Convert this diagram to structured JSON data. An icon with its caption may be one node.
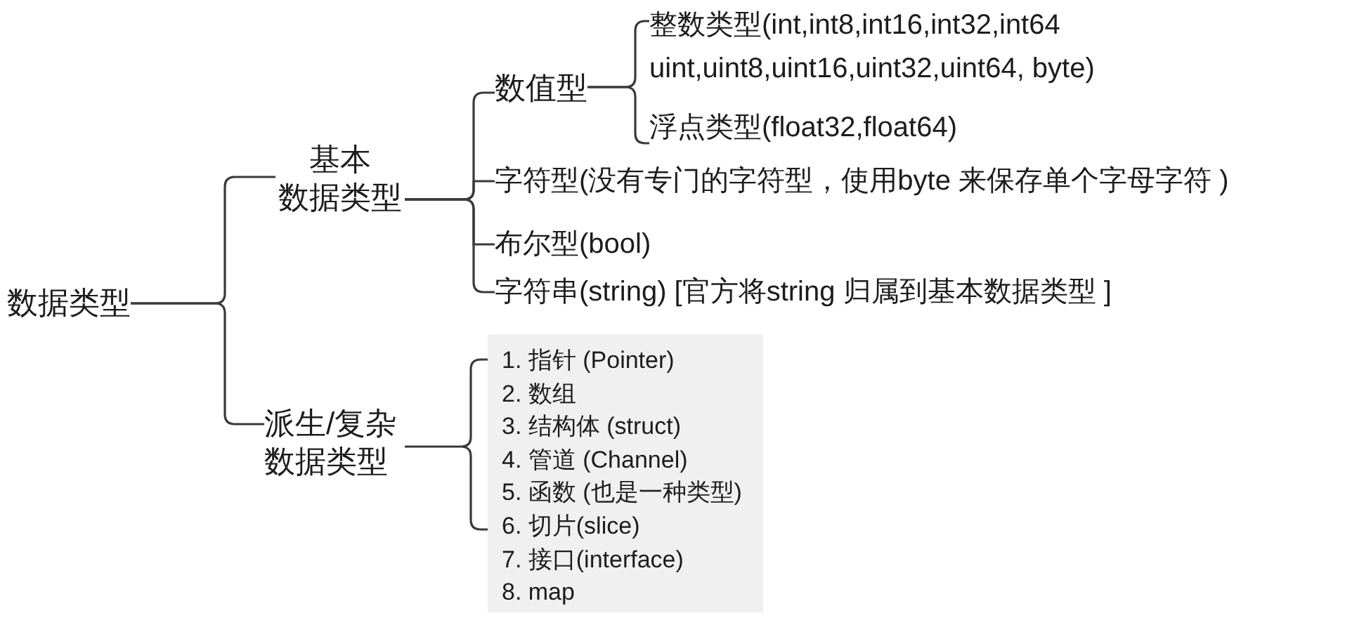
{
  "diagram": {
    "nodes": [
      {
        "text": [
          "数据类型"
        ]
      },
      {
        "text": [
          "基本数据类型"
        ]
      },
      {
        "text": [
          "数值型"
        ]
      },
      {
        "text": [
          "整数类型(int,int8,int16,int32,int64 uint,uint8,uint16,uint32,uint64, byte)"
        ]
      },
      {
        "text": [
          "浮点类型(float32,float64)"
        ]
      },
      {
        "text": [
          "字符型(没有专门的字符型，使用byte 来保存单个字母字符 )"
        ]
      },
      {
        "text": [
          "布尔型(bool)"
        ]
      },
      {
        "text": [
          "字符串(string) [官方将string 归属到基本数据类型 ]"
        ]
      },
      {
        "text": [
          "派生/复杂数据类型"
        ]
      },
      {
        "text": [
          "1. 指针 (Pointer)",
          "2. 数组",
          "3. 结构体 (struct)",
          "4. 管道 (Channel)",
          "5. 函数 (也是一种类型)",
          "6. 切片(slice)",
          "7. 接口(interface)",
          "8. map"
        ]
      }
    ],
    "edges": [
      {
        "from": 0,
        "to": 1,
        "arrow": "none"
      },
      {
        "from": 0,
        "to": 8,
        "arrow": "none"
      },
      {
        "from": 1,
        "to": 2,
        "arrow": "none"
      },
      {
        "from": 1,
        "to": 5,
        "arrow": "none"
      },
      {
        "from": 1,
        "to": 6,
        "arrow": "none"
      },
      {
        "from": 1,
        "to": 7,
        "arrow": "none"
      },
      {
        "from": 2,
        "to": 3,
        "arrow": "none"
      },
      {
        "from": 2,
        "to": 4,
        "arrow": "none"
      },
      {
        "from": 8,
        "to": 9,
        "arrow": "none"
      }
    ]
  }
}
